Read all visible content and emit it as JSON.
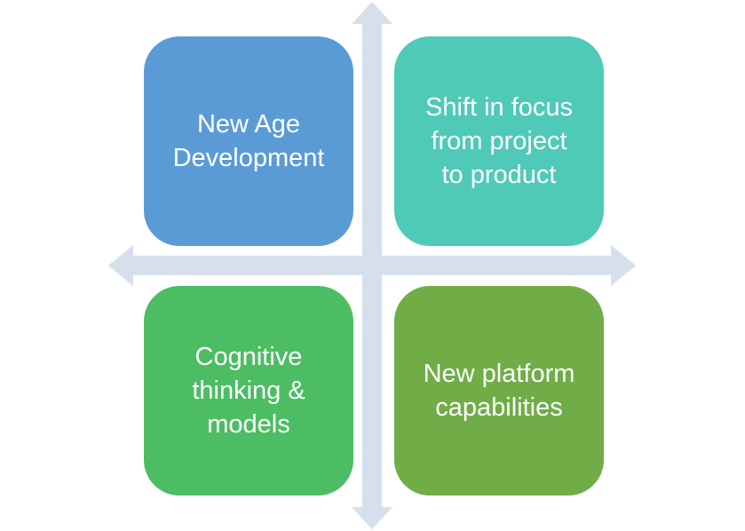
{
  "colors": {
    "axis": "#d6dfec",
    "top_left": "#5b9bd5",
    "top_right": "#4fcab7",
    "bottom_left": "#4cbd63",
    "bottom_right": "#70ad47",
    "text": "#ffffff"
  },
  "quadrants": {
    "top_left": {
      "label": "New Age\nDevelopment"
    },
    "top_right": {
      "label": "Shift in focus\nfrom project\nto product"
    },
    "bottom_left": {
      "label": "Cognitive\nthinking &\nmodels"
    },
    "bottom_right": {
      "label": "New platform\ncapabilities"
    }
  }
}
